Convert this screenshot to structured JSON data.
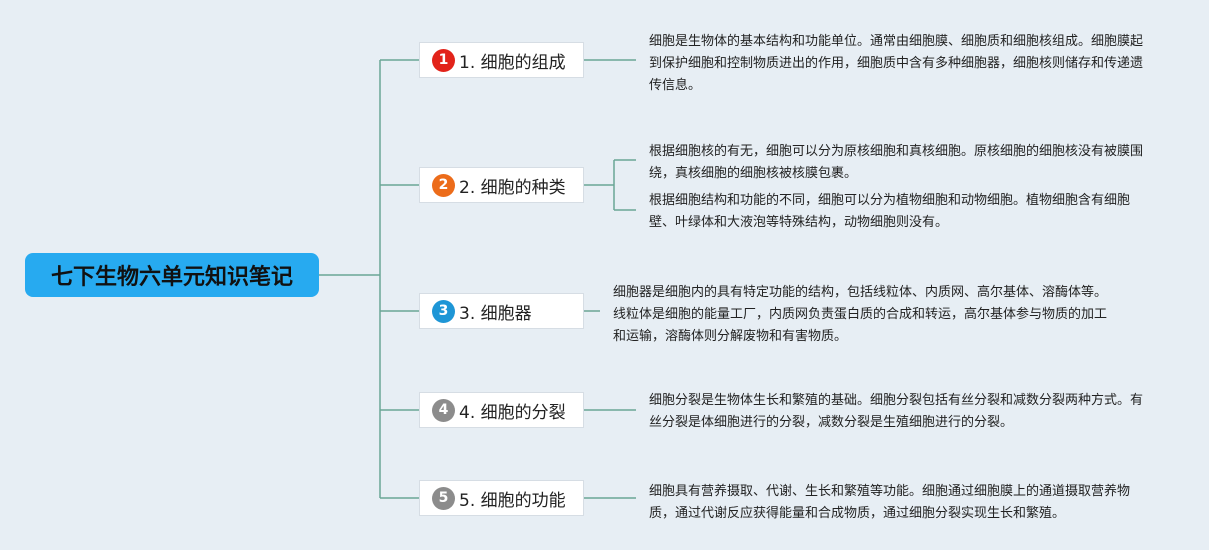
{
  "root": {
    "title": "七下生物六单元知识笔记"
  },
  "colors": {
    "root": "#27aaf0",
    "link": "#6aa595",
    "badges": [
      "#e2231a",
      "#ec6c1a",
      "#1e96d6",
      "#8c8c8c",
      "#8c8c8c"
    ]
  },
  "branches": [
    {
      "num": "1",
      "label": "1. 细胞的组成",
      "notes": [
        "细胞是生物体的基本结构和功能单位。通常由细胞膜、细胞质和细胞核组成。细胞膜起到保护细胞和控制物质进出的作用，细胞质中含有多种细胞器，细胞核则储存和传递遗传信息。"
      ]
    },
    {
      "num": "2",
      "label": "2. 细胞的种类",
      "notes": [
        "根据细胞核的有无，细胞可以分为原核细胞和真核细胞。原核细胞的细胞核没有被膜围绕，真核细胞的细胞核被核膜包裹。",
        "根据细胞结构和功能的不同，细胞可以分为植物细胞和动物细胞。植物细胞含有细胞壁、叶绿体和大液泡等特殊结构，动物细胞则没有。"
      ]
    },
    {
      "num": "3",
      "label": "3. 细胞器",
      "notes": [
        "细胞器是细胞内的具有特定功能的结构，包括线粒体、内质网、高尔基体、溶酶体等。线粒体是细胞的能量工厂，内质网负责蛋白质的合成和转运，高尔基体参与物质的加工和运输，溶酶体则分解废物和有害物质。"
      ]
    },
    {
      "num": "4",
      "label": "4. 细胞的分裂",
      "notes": [
        "细胞分裂是生物体生长和繁殖的基础。细胞分裂包括有丝分裂和减数分裂两种方式。有丝分裂是体细胞进行的分裂，减数分裂是生殖细胞进行的分裂。"
      ]
    },
    {
      "num": "5",
      "label": "5. 细胞的功能",
      "notes": [
        "细胞具有营养摄取、代谢、生长和繁殖等功能。细胞通过细胞膜上的通道摄取营养物质，通过代谢反应获得能量和合成物质，通过细胞分裂实现生长和繁殖。"
      ]
    }
  ]
}
